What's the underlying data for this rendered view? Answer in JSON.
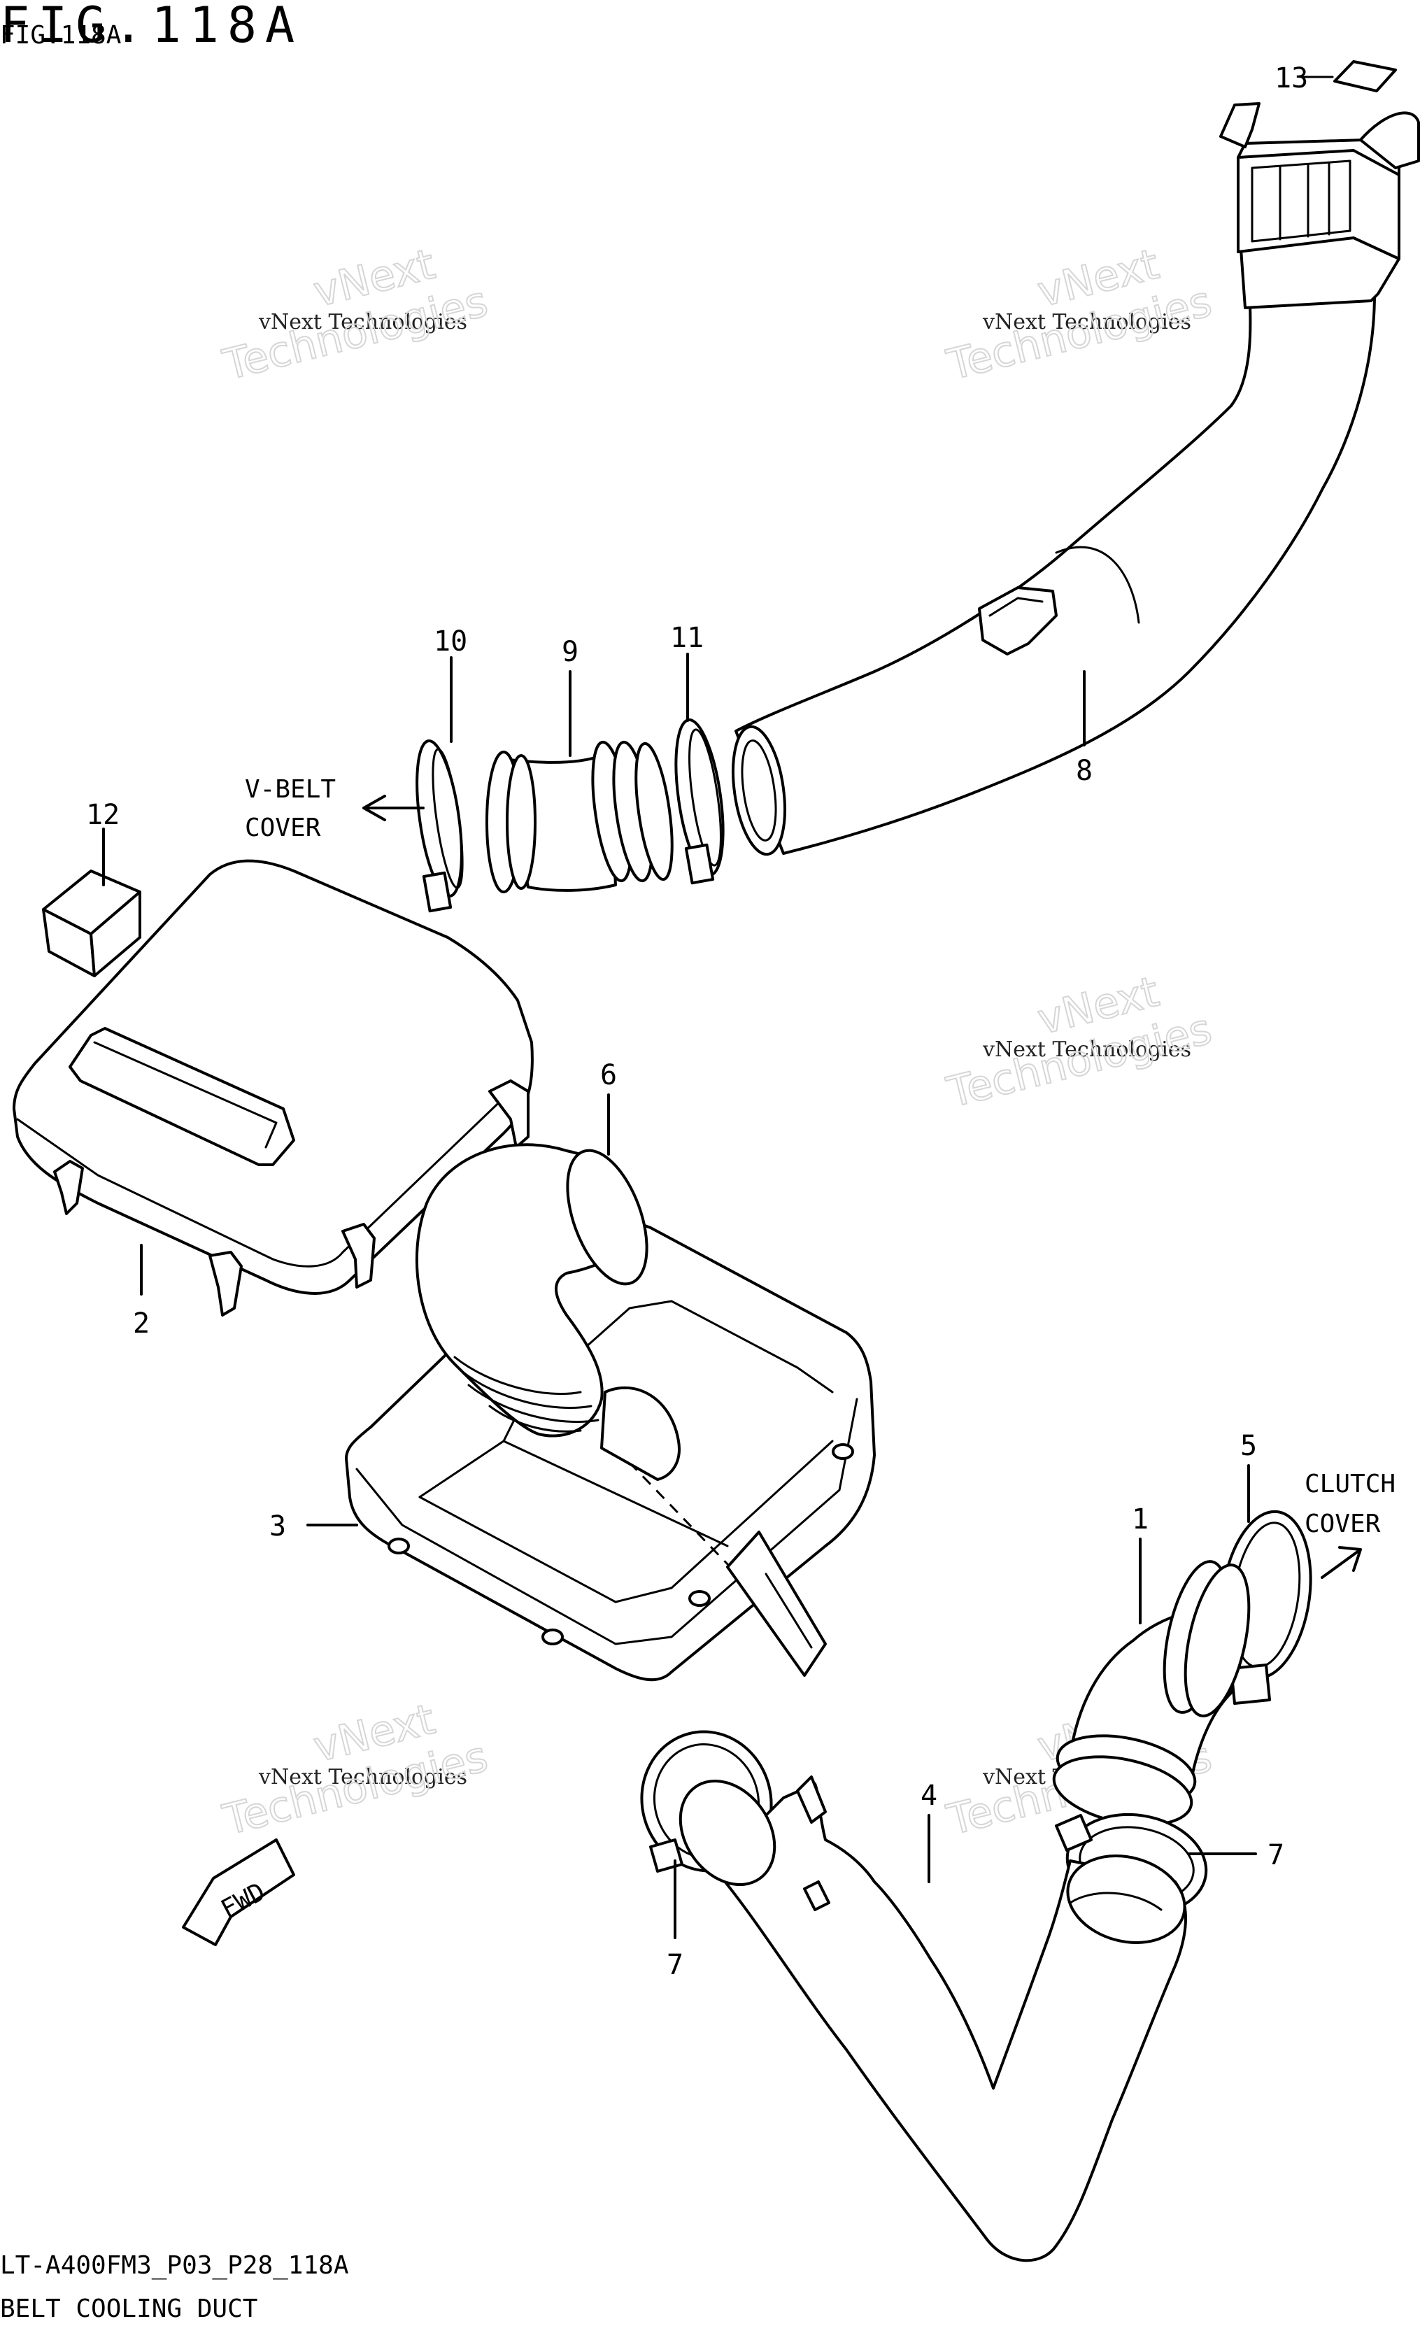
{
  "header": {
    "fig_title": "FIG.118A",
    "fig_subtitle": "FIG.118A"
  },
  "callouts": {
    "c1": "1",
    "c2": "2",
    "c3": "3",
    "c4": "4",
    "c5": "5",
    "c6": "6",
    "c7a": "7",
    "c7b": "7",
    "c8": "8",
    "c9": "9",
    "c10": "10",
    "c11": "11",
    "c12": "12",
    "c13": "13"
  },
  "annotations": {
    "vbelt_line1": "V-BELT",
    "vbelt_line2": "COVER",
    "clutch_line1": "CLUTCH",
    "clutch_line2": "COVER",
    "fwd": "FWD"
  },
  "watermark": {
    "line1": "vNext Technologies",
    "line2": "vNext",
    "line3": "Technologies"
  },
  "footer": {
    "model_code": "LT-A400FM3_P03_P28_118A",
    "caption": "BELT COOLING DUCT"
  }
}
